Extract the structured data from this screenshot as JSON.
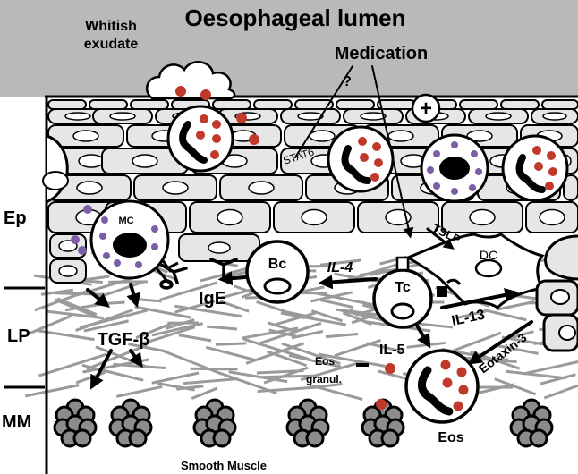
{
  "title": "Oesophageal lumen",
  "exudate_label_line1": "Whitish",
  "exudate_label_line2": "exudate",
  "medication_label": "Medication",
  "question_mark": "?",
  "plus_sign": "+",
  "stat6_label": "STAT6",
  "tslp_label": "TSLP",
  "mc_label": "MC",
  "dc_label": "DC",
  "bc_label": "Bc",
  "tc_label": "Tc",
  "ige_label": "IgE",
  "il4_label": "IL-4",
  "il13_label": "IL-13",
  "il5_label": "IL-5",
  "eotaxin_label": "Eotaxin-3",
  "tgf_label": "TGF-β",
  "eos_granul_line1": "Eos",
  "eos_granul_line2": "granul.",
  "eos_label": "Eos",
  "smooth_muscle_label": "Smooth Muscle",
  "layers": {
    "ep": "Ep",
    "lp": "LP",
    "mm": "MM"
  },
  "colors": {
    "lumen": "#b9b9b9",
    "cell_fill": "#e6e6e6",
    "granule_red": "#c0392b",
    "granule_purple": "#7b5ea7",
    "muscle": "#8c8c8c",
    "fiber": "#9a9a9a"
  }
}
